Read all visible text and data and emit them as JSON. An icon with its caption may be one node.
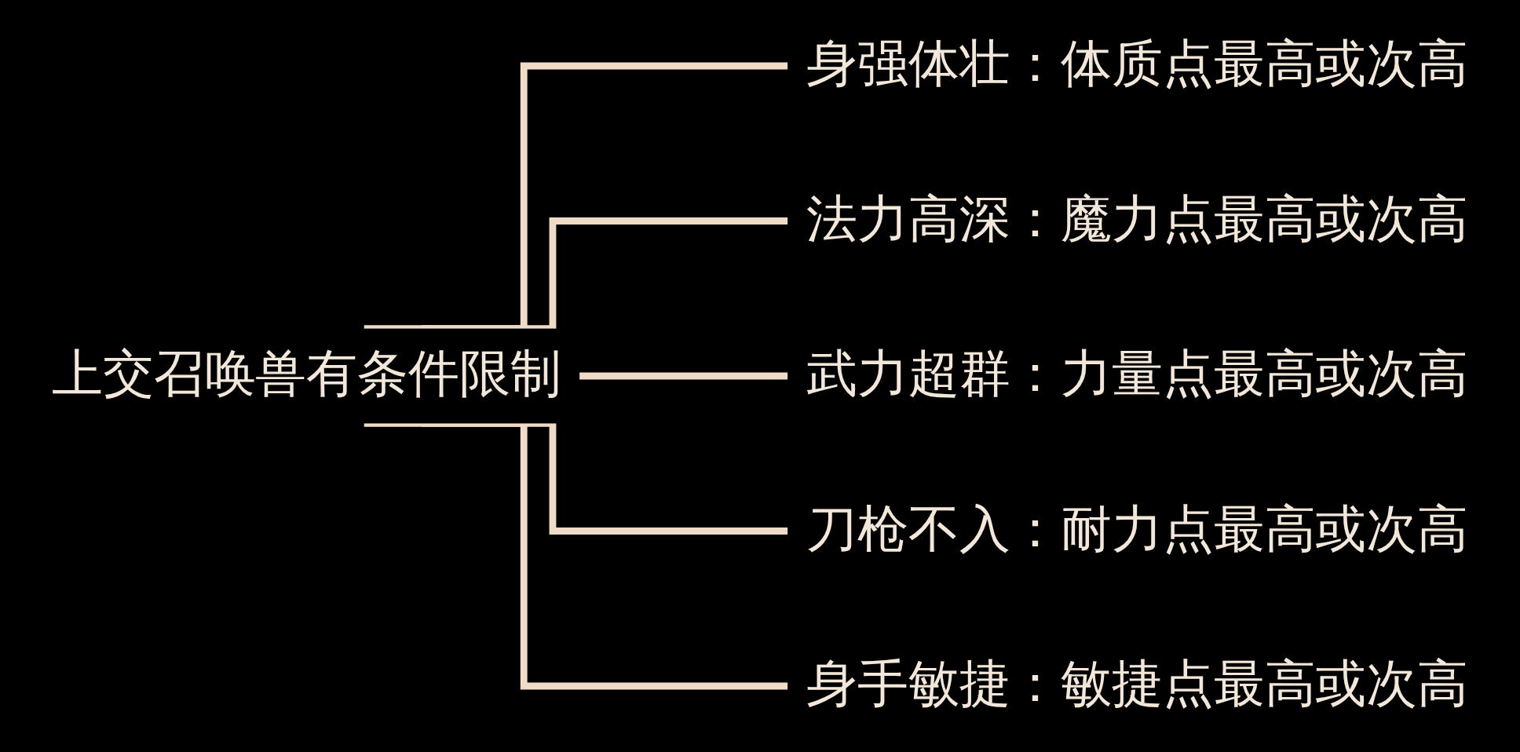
{
  "diagram": {
    "nodes": [
      {
        "text": [
          "上交召唤兽有条件限制"
        ]
      },
      {
        "text": [
          "身强体壮：体质点最高或次高"
        ]
      },
      {
        "text": [
          "法力高深：魔力点最高或次高"
        ]
      },
      {
        "text": [
          "武力超群：力量点最高或次高"
        ]
      },
      {
        "text": [
          "刀枪不入：耐力点最高或次高"
        ]
      },
      {
        "text": [
          "身手敏捷：敏捷点最高或次高"
        ]
      }
    ],
    "edges": [
      {
        "from": 0,
        "to": 1,
        "arrow": "none"
      },
      {
        "from": 0,
        "to": 2,
        "arrow": "none"
      },
      {
        "from": 0,
        "to": 3,
        "arrow": "none"
      },
      {
        "from": 0,
        "to": 4,
        "arrow": "none"
      },
      {
        "from": 0,
        "to": 5,
        "arrow": "none"
      }
    ]
  }
}
